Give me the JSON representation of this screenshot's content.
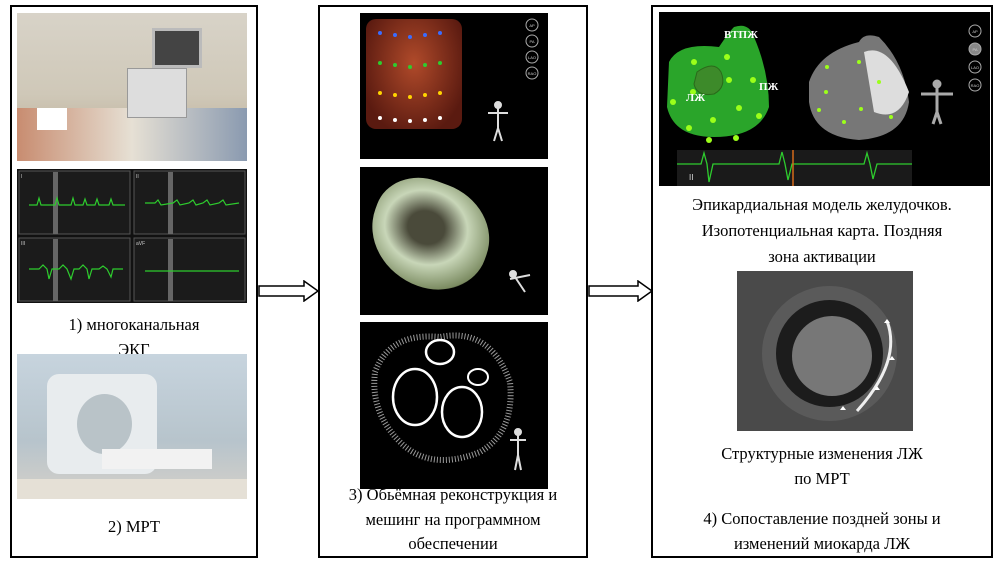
{
  "step1": {
    "caption_line1": "1) многоканальная",
    "caption_line2": "ЭКГ",
    "ecg_leads": [
      "I",
      "II",
      "III",
      "aVF"
    ]
  },
  "step2": {
    "caption": "2) МРТ"
  },
  "step3": {
    "caption_line1": "3) Обьёмная реконструкция и",
    "caption_line2": "мешинг на программном",
    "caption_line3": "обеспечении",
    "view_buttons": [
      "AP",
      "PA",
      "LAO",
      "RAO"
    ]
  },
  "step4": {
    "map_labels": {
      "rvot": "ВТПЖ",
      "rv": "ПЖ",
      "lv": "ЛЖ",
      "lead": "II"
    },
    "map_caption_line1": "Эпикардиальная модель желудочков.",
    "map_caption_line2": "Изопотенциальная карта. Поздняя",
    "map_caption_line3": "зона активации",
    "mri_caption_line1": "Структурные изменения ЛЖ",
    "mri_caption_line2": "по МРТ",
    "final_caption_line1": "4) Сопоставление поздней зоны и",
    "final_caption_line2": "изменений миокарда ЛЖ"
  },
  "colors": {
    "ecg_green": "#2ecc2e",
    "map_green": "#2aa52a",
    "marker": "#9cff1a"
  }
}
